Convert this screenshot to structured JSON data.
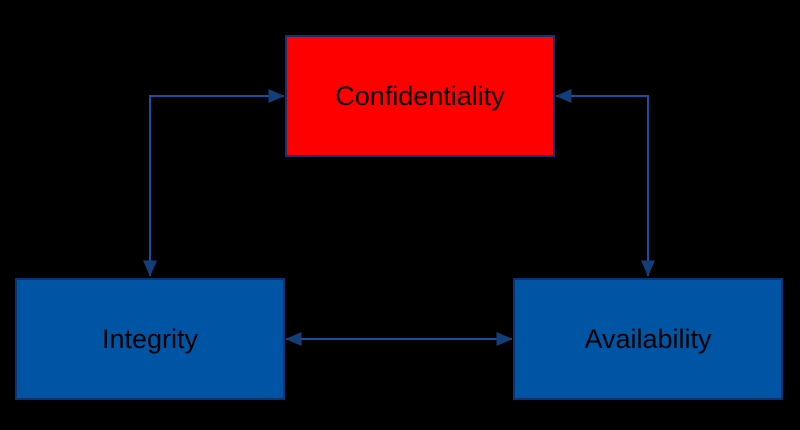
{
  "diagram": {
    "type": "flowchart",
    "nodes": [
      {
        "id": "confidentiality",
        "label": "Confidentiality",
        "fill": "#ff0000",
        "position": "top-center"
      },
      {
        "id": "integrity",
        "label": "Integrity",
        "fill": "#0054a4",
        "position": "bottom-left"
      },
      {
        "id": "availability",
        "label": "Availability",
        "fill": "#0054a4",
        "position": "bottom-right"
      }
    ],
    "edges": [
      {
        "from": "confidentiality",
        "to": "integrity",
        "direction": "bidirectional",
        "shape": "elbow"
      },
      {
        "from": "confidentiality",
        "to": "availability",
        "direction": "bidirectional",
        "shape": "elbow"
      },
      {
        "from": "integrity",
        "to": "availability",
        "direction": "bidirectional",
        "shape": "straight"
      }
    ]
  },
  "colors": {
    "bg": "#000000",
    "node-red": "#ff0000",
    "node-blue": "#0054a4",
    "node-border": "#0e3272",
    "edge": "#1d4f9f",
    "edge-head": "#123e7a",
    "text": "#000000"
  }
}
